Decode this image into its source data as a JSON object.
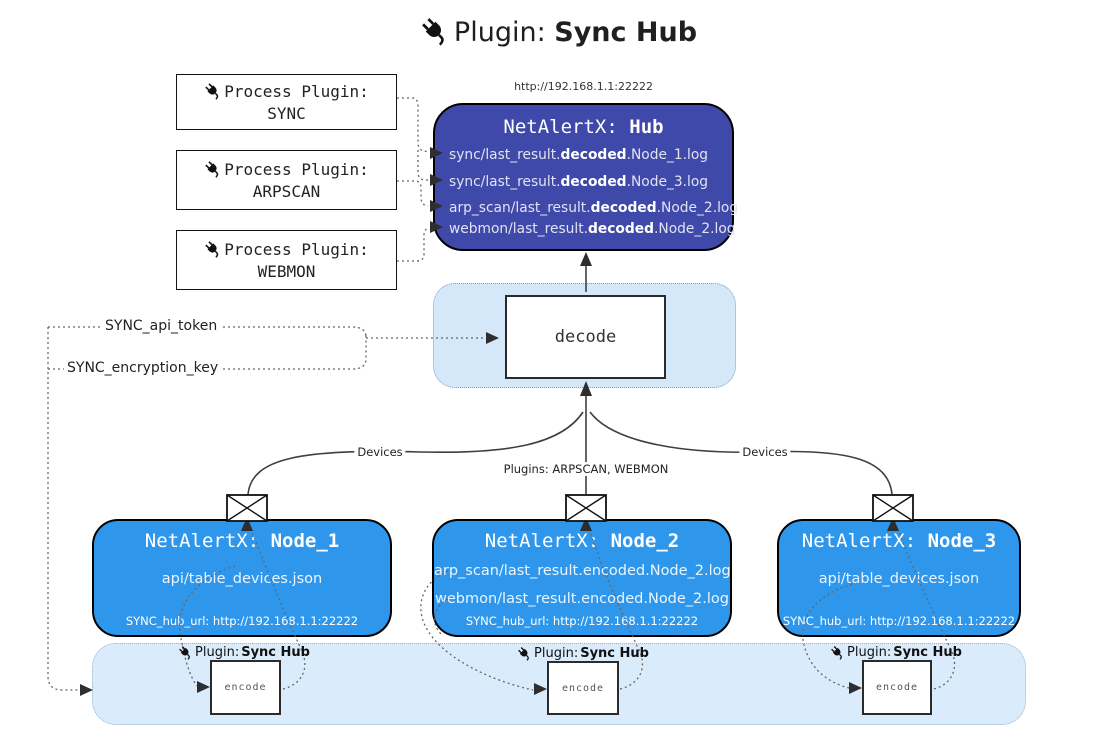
{
  "title": {
    "label": "Plugin: ",
    "bold": "Sync Hub"
  },
  "icons": {
    "title_icon": "plug-icon",
    "node_input_icon": "envelope-icon"
  },
  "colors": {
    "hub_fill": "#3E49A9",
    "node_fill": "#2E97EC",
    "decode_area_fill": "#D5E8FA",
    "encode_band_fill": "#DAEBFB"
  },
  "process_plugins": [
    {
      "label": "Process Plugin:",
      "name": "SYNC"
    },
    {
      "label": "Process Plugin:",
      "name": "ARPSCAN"
    },
    {
      "label": "Process Plugin:",
      "name": "WEBMON"
    }
  ],
  "hub": {
    "url": "http://192.168.1.1:22222",
    "title_prefix": "NetAlertX: ",
    "title_bold": "Hub",
    "log_lines": [
      {
        "pre": "sync/last_result.",
        "bold": "decoded",
        "post": ".Node_1.log"
      },
      {
        "pre": "sync/last_result.",
        "bold": "decoded",
        "post": ".Node_3.log"
      },
      {
        "pre": "arp_scan/last_result.",
        "bold": "decoded",
        "post": ".Node_2.log"
      },
      {
        "pre": "webmon/last_result.",
        "bold": "decoded",
        "post": ".Node_2.log"
      }
    ]
  },
  "decode": {
    "label": "decode"
  },
  "settings": {
    "api_token": "SYNC_api_token",
    "encryption_key": "SYNC_encryption_key"
  },
  "edge_labels": {
    "devices_left": "Devices",
    "plugins_middle": "Plugins: ARPSCAN, WEBMON",
    "devices_right": "Devices"
  },
  "nodes": [
    {
      "title_prefix": "NetAlertX: ",
      "title_bold": "Node_1",
      "files": [
        "api/table_devices.json"
      ],
      "hub_url": "SYNC_hub_url: http://192.168.1.1:22222"
    },
    {
      "title_prefix": "NetAlertX: ",
      "title_bold": "Node_2",
      "files": [
        "arp_scan/last_result.encoded.Node_2.log",
        "webmon/last_result.encoded.Node_2.log"
      ],
      "hub_url": "SYNC_hub_url: http://192.168.1.1:22222"
    },
    {
      "title_prefix": "NetAlertX: ",
      "title_bold": "Node_3",
      "files": [
        "api/table_devices.json"
      ],
      "hub_url": "SYNC_hub_url: http://192.168.1.1:22222"
    }
  ],
  "encode_band": {
    "plugin_label": "Plugin: ",
    "plugin_bold": "Sync Hub",
    "encode_label": "encode"
  }
}
